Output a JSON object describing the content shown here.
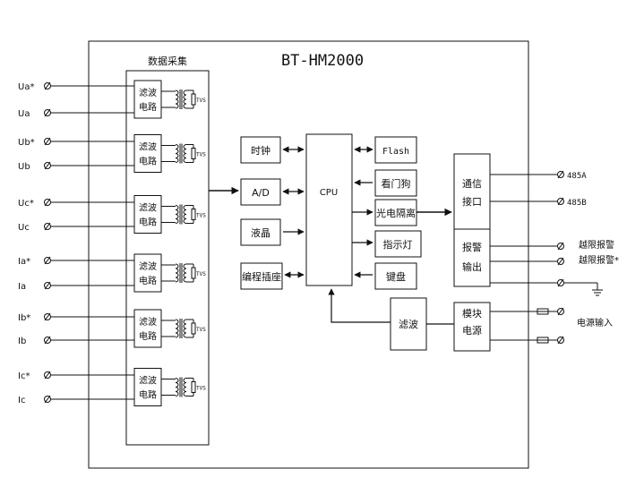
{
  "title": "BT-HM2000",
  "acquisition_title": "数据采集",
  "inputs": [
    {
      "star": "Ua*",
      "plain": "Ua"
    },
    {
      "star": "Ub*",
      "plain": "Ub"
    },
    {
      "star": "Uc*",
      "plain": "Uc"
    },
    {
      "star": "Ia*",
      "plain": "Ia"
    },
    {
      "star": "Ib*",
      "plain": "Ib"
    },
    {
      "star": "Ic*",
      "plain": "Ic"
    }
  ],
  "filter_line1": "滤波",
  "filter_line2": "电路",
  "tvs": "TVS",
  "blocks": {
    "clock": "时钟",
    "ad": "A/D",
    "lcd": "液晶",
    "prog": "编程插座",
    "cpu": "CPU",
    "flash": "Flash",
    "watchdog": "看门狗",
    "opto": "光电隔离",
    "indicator": "指示灯",
    "keyboard": "键盘",
    "comm_line1": "通信",
    "comm_line2": "接口",
    "alarm_line1": "报警",
    "alarm_line2": "输出",
    "filter": "滤波",
    "psu_line1": "模块",
    "psu_line2": "电源"
  },
  "terminals": {
    "rs485a": "485A",
    "rs485b": "485B",
    "alarm1": "越限报警",
    "alarm2": "越限报警*",
    "power_in": "电源输入"
  }
}
